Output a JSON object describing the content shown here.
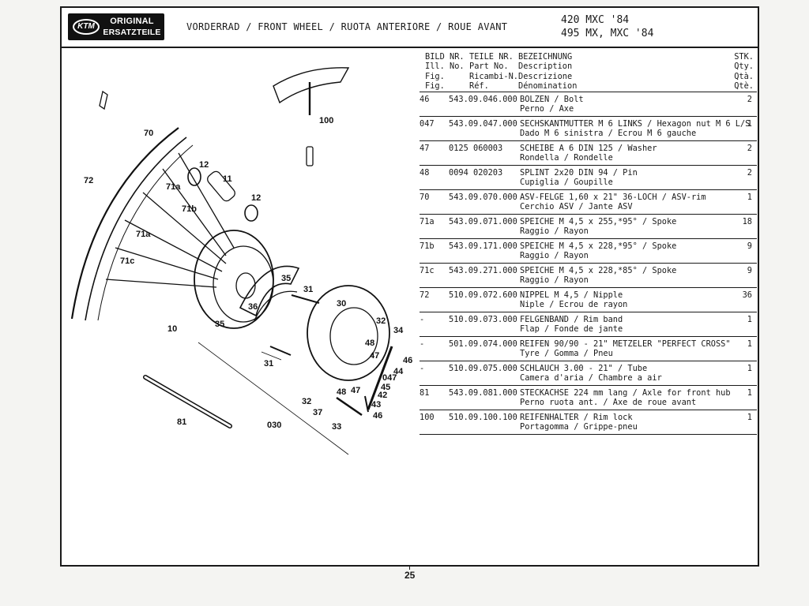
{
  "logo": {
    "mark": "KTM",
    "line1": "ORIGINAL",
    "line2": "ERSATZTEILE"
  },
  "header": {
    "title": "VORDERRAD / FRONT WHEEL / RUOTA ANTERIORE / ROUE AVANT",
    "models": [
      "420 MXC '84",
      "495 MX, MXC '84"
    ]
  },
  "columns": {
    "fig": [
      "BILD NR.",
      "Ill. No.",
      "Fig.",
      "Fig."
    ],
    "part": [
      "TEILE NR.",
      "Part No.",
      "Ricambi-N.",
      "Réf."
    ],
    "desc": [
      "BEZEICHNUNG",
      "Description",
      "Descrizione",
      "Dénomination"
    ],
    "qty": [
      "STK.",
      "Qty.",
      "Qtà.",
      "Qtè."
    ]
  },
  "rows": [
    {
      "fig": "46",
      "part": "543.09.046.000",
      "desc1": "BOLZEN / Bolt",
      "desc2": "Perno / Axe",
      "qty": "2"
    },
    {
      "fig": "047",
      "part": "543.09.047.000",
      "desc1": "SECHSKANTMUTTER M 6 LINKS / Hexagon nut M 6 L/S",
      "desc2": "Dado M 6 sinistra / Ecrou M 6 gauche",
      "qty": "1"
    },
    {
      "fig": "47",
      "part": "0125 060003",
      "desc1": "SCHEIBE A 6 DIN 125 / Washer",
      "desc2": "Rondella / Rondelle",
      "qty": "2"
    },
    {
      "fig": "48",
      "part": "0094 020203",
      "desc1": "SPLINT 2x20 DIN 94 / Pin",
      "desc2": "Cupiglia / Goupille",
      "qty": "2"
    },
    {
      "fig": "70",
      "part": "543.09.070.000",
      "desc1": "ASV-FELGE 1,60 x 21\" 36-LOCH / ASV-rim",
      "desc2": "Cerchio ASV / Jante ASV",
      "qty": "1"
    },
    {
      "fig": "71a",
      "part": "543.09.071.000",
      "desc1": "SPEICHE M 4,5 x 255,*95° / Spoke",
      "desc2": "Raggio / Rayon",
      "qty": "18"
    },
    {
      "fig": "71b",
      "part": "543.09.171.000",
      "desc1": "SPEICHE M 4,5 x 228,*95° / Spoke",
      "desc2": "Raggio / Rayon",
      "qty": "9"
    },
    {
      "fig": "71c",
      "part": "543.09.271.000",
      "desc1": "SPEICHE M 4,5 x 228,*85° / Spoke",
      "desc2": "Raggio / Rayon",
      "qty": "9"
    },
    {
      "fig": "72",
      "part": "510.09.072.600",
      "desc1": "NIPPEL M 4,5 / Nipple",
      "desc2": "Niple / Ecrou de rayon",
      "qty": "36"
    },
    {
      "fig": "-",
      "part": "510.09.073.000",
      "desc1": "FELGENBAND / Rim band",
      "desc2": "Flap / Fonde de jante",
      "qty": "1"
    },
    {
      "fig": "-",
      "part": "501.09.074.000",
      "desc1": "REIFEN 90/90 - 21\" METZELER \"PERFECT CROSS\"",
      "desc2": "Tyre / Gomma / Pneu",
      "qty": "1"
    },
    {
      "fig": "-",
      "part": "510.09.075.000",
      "desc1": "SCHLAUCH 3.00 - 21\" / Tube",
      "desc2": "Camera d'aria / Chambre a air",
      "qty": "1"
    },
    {
      "fig": "81",
      "part": "543.09.081.000",
      "desc1": "STECKACHSE 224 mm lang / Axle for front hub",
      "desc2": "Perno ruota ant. / Axe de roue avant",
      "qty": "1"
    },
    {
      "fig": "100",
      "part": "510.09.100.100",
      "desc1": "REIFENHALTER / Rim lock",
      "desc2": "Portagomma / Grippe-pneu",
      "qty": "1"
    }
  ],
  "diagram_labels": [
    "70",
    "72",
    "71a",
    "71b",
    "71a",
    "71c",
    "12",
    "11",
    "12",
    "100",
    "10",
    "35",
    "36",
    "35",
    "31",
    "30",
    "32",
    "34",
    "48",
    "47",
    "46",
    "44",
    "047",
    "45",
    "42",
    "43",
    "48",
    "47",
    "46",
    "31",
    "32",
    "37",
    "33",
    "81",
    "030"
  ],
  "page_number": "25"
}
